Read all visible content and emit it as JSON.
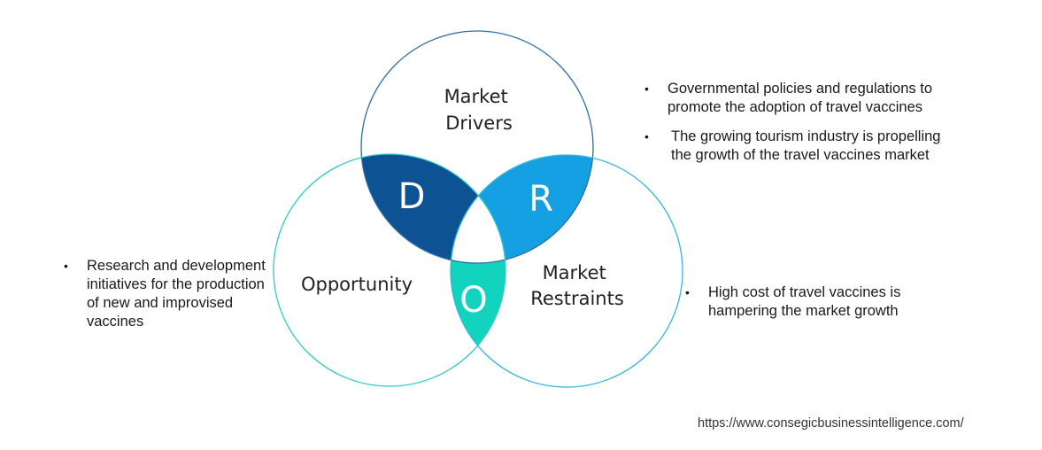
{
  "diagram": {
    "circles": [
      {
        "id": "drivers",
        "label_lines": [
          "Market",
          "Drivers"
        ],
        "stroke": "#2f6ea6"
      },
      {
        "id": "opportunity",
        "label_lines": [
          "Opportunity"
        ],
        "stroke": "#33c9c9"
      },
      {
        "id": "restraints",
        "label_lines": [
          "Market",
          "Restraints"
        ],
        "stroke": "#33b8d8"
      }
    ],
    "intersections": [
      {
        "id": "D",
        "letter": "D",
        "color": "#0d5394"
      },
      {
        "id": "R",
        "letter": "R",
        "color": "#15a0e3"
      },
      {
        "id": "O",
        "letter": "O",
        "color": "#12d3bd"
      }
    ]
  },
  "drivers_points": [
    "Governmental policies and regulations to promote the adoption of travel vaccines",
    "The growing tourism industry is propelling the growth of the travel vaccines market"
  ],
  "restraints_points": [
    "High cost of travel vaccines is hampering the market growth"
  ],
  "opportunity_points": [
    "Research and development initiatives for the production of new and improvised vaccines"
  ],
  "source_url": "https://www.consegicbusinessintelligence.com/"
}
